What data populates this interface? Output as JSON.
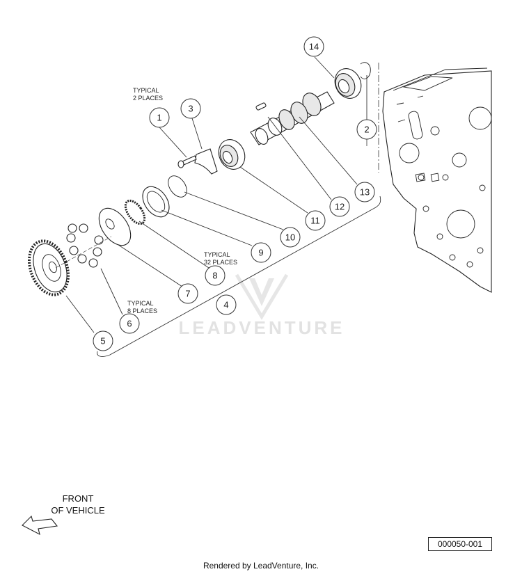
{
  "callouts": [
    {
      "num": "1"
    },
    {
      "num": "2"
    },
    {
      "num": "3"
    },
    {
      "num": "4"
    },
    {
      "num": "5"
    },
    {
      "num": "6"
    },
    {
      "num": "7"
    },
    {
      "num": "8"
    },
    {
      "num": "9"
    },
    {
      "num": "10"
    },
    {
      "num": "11"
    },
    {
      "num": "12"
    },
    {
      "num": "13"
    },
    {
      "num": "14"
    }
  ],
  "notes": {
    "typical_2": [
      "TYPICAL",
      "2 PLACES"
    ],
    "typical_32": [
      "TYPICAL",
      "32 PLACES"
    ],
    "typical_8": [
      "TYPICAL",
      "8 PLACES"
    ]
  },
  "front_label": [
    "FRONT",
    "OF VEHICLE"
  ],
  "watermark": "LEADVENTURE",
  "diagram_id": "000050-001",
  "footer": "Rendered by LeadVenture, Inc."
}
